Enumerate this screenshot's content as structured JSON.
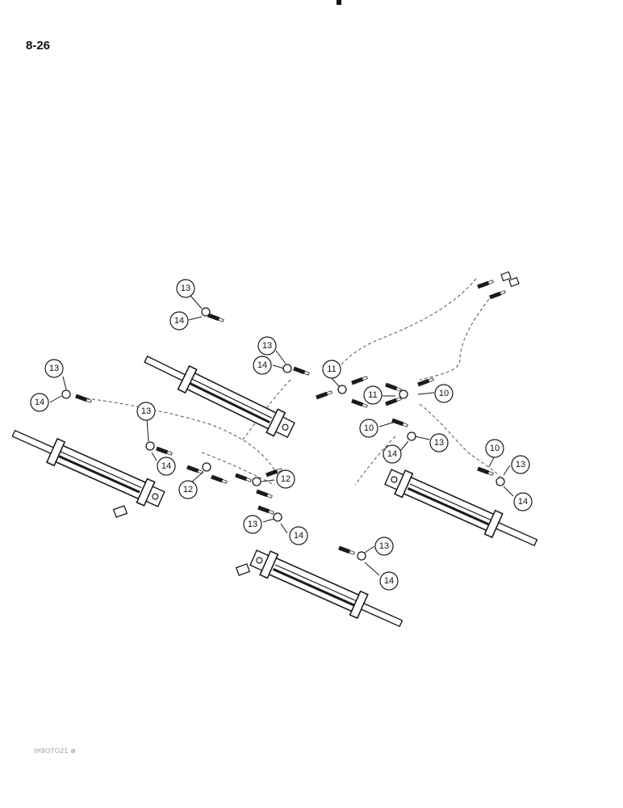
{
  "page": {
    "number": "8-26",
    "footer_code": "IH9OTO21 ⊕"
  },
  "colors": {
    "line": "#1a1a1a",
    "hose": "#555555",
    "background": "#ffffff"
  },
  "callouts": [
    {
      "id": "c1",
      "label": "13"
    },
    {
      "id": "c2",
      "label": "14"
    },
    {
      "id": "c3",
      "label": "13"
    },
    {
      "id": "c4",
      "label": "14"
    },
    {
      "id": "c5",
      "label": "11"
    },
    {
      "id": "c6",
      "label": "11"
    },
    {
      "id": "c7",
      "label": "10"
    },
    {
      "id": "c8",
      "label": "13"
    },
    {
      "id": "c9",
      "label": "14"
    },
    {
      "id": "c10",
      "label": "13"
    },
    {
      "id": "c11",
      "label": "14"
    },
    {
      "id": "c12",
      "label": "12"
    },
    {
      "id": "c13",
      "label": "12"
    },
    {
      "id": "c14",
      "label": "10"
    },
    {
      "id": "c15",
      "label": "14"
    },
    {
      "id": "c16",
      "label": "13"
    },
    {
      "id": "c17",
      "label": "10"
    },
    {
      "id": "c18",
      "label": "13"
    },
    {
      "id": "c19",
      "label": "14"
    },
    {
      "id": "c20",
      "label": "13"
    },
    {
      "id": "c21",
      "label": "14"
    },
    {
      "id": "c22",
      "label": "13"
    },
    {
      "id": "c23",
      "label": "14"
    }
  ]
}
